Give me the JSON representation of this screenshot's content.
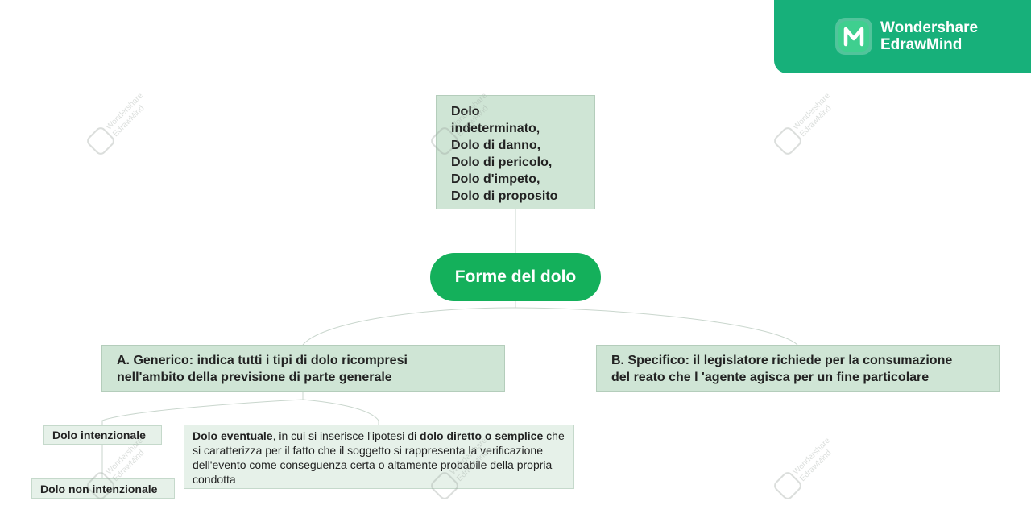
{
  "brand": {
    "line1": "Wondershare",
    "line2": "EdrawMind",
    "color": "#17b07a"
  },
  "watermark": {
    "line1": "Wondershare",
    "line2": "EdrawMind"
  },
  "mindmap": {
    "root": {
      "label": "Forme del dolo",
      "color": "#14b05b"
    },
    "top": {
      "lines": [
        "Dolo",
        "indeterminato,",
        "Dolo di danno,",
        "Dolo di pericolo,",
        "Dolo d'impeto,",
        "Dolo di proposito"
      ]
    },
    "branch_a": {
      "line1": "A. Generico: indica tutti i tipi di dolo ricompresi",
      "line2": "nell'ambito della previsione di parte generale"
    },
    "branch_b": {
      "line1": "B. Specifico: il legislatore richiede per la consumazione",
      "line2": "del reato che l 'agente agisca per un fine particolare"
    },
    "leaves": {
      "intenzionale": "Dolo intenzionale",
      "non_intenzionale": "Dolo non intenzionale",
      "eventuale": {
        "bold1": "Dolo eventuale",
        "text1": ", in cui si inserisce l'ipotesi di ",
        "bold2": "dolo diretto o semplice",
        "text2": " che si caratterizza per il fatto che il soggetto si rappresenta la verificazione dell'evento come conseguenza certa o altamente probabile della propria condotta"
      }
    }
  }
}
